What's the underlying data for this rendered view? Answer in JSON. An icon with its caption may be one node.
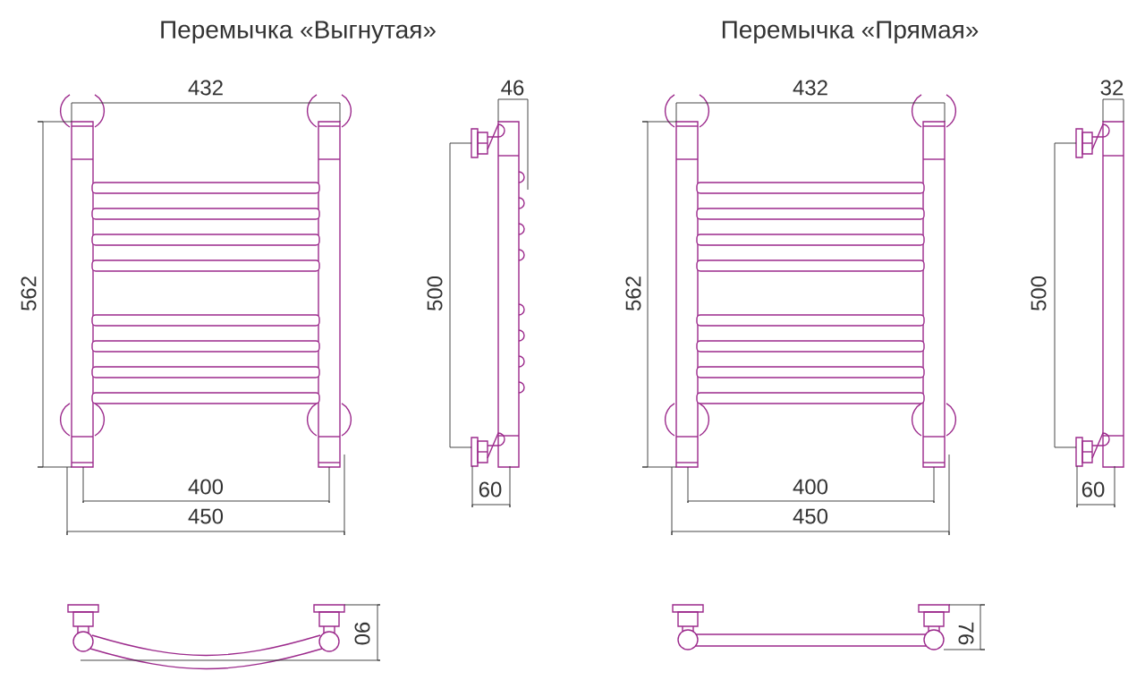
{
  "diagram": {
    "labels": [
      "Перемычка «Выгнутая»",
      "Перемычка «Прямая»",
      "432",
      "46",
      "432",
      "32",
      "562",
      "500",
      "562",
      "500",
      "400",
      "60",
      "400",
      "60",
      "450",
      "450",
      "90",
      "76"
    ]
  }
}
